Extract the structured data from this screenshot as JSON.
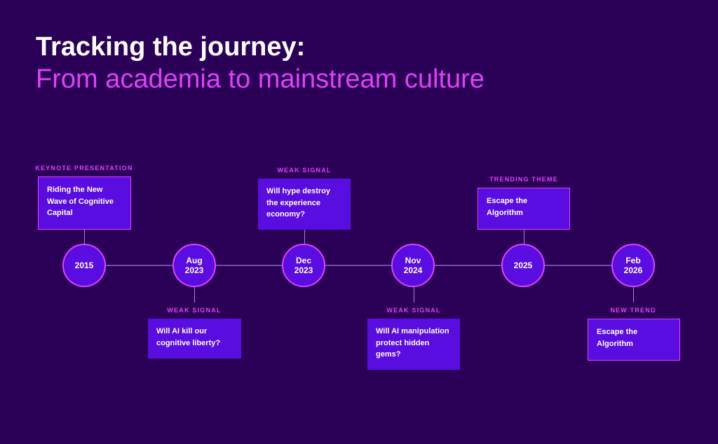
{
  "header": {
    "title_line1": "Tracking the journey:",
    "title_line2": "From academia to mainstream culture"
  },
  "colors": {
    "background": "#2a0156",
    "accent": "#e040fb",
    "card": "#5a0de0",
    "line": "#6b4fa8"
  },
  "timeline": [
    {
      "date": "2015",
      "tag": "KEYNOTE PRESENTATION",
      "text": "Riding the New Wave of Cognitive Capital",
      "position": "above"
    },
    {
      "date": "Aug\n2023",
      "tag": "WEAK SIGNAL",
      "text": "Will AI kill our cognitive liberty?",
      "position": "below"
    },
    {
      "date": "Dec\n2023",
      "tag": "WEAK SIGNAL",
      "text": "Will hype destroy the experience economy?",
      "position": "above"
    },
    {
      "date": "Nov\n2024",
      "tag": "WEAK SIGNAL",
      "text": "Will AI manipulation protect hidden gems?",
      "position": "below"
    },
    {
      "date": "2025",
      "tag": "TRENDING THEME",
      "text": "Escape the Algorithm",
      "position": "above"
    },
    {
      "date": "Feb\n2026",
      "tag": "NEW TREND",
      "text": "Escape the Algorithm",
      "position": "below"
    }
  ]
}
